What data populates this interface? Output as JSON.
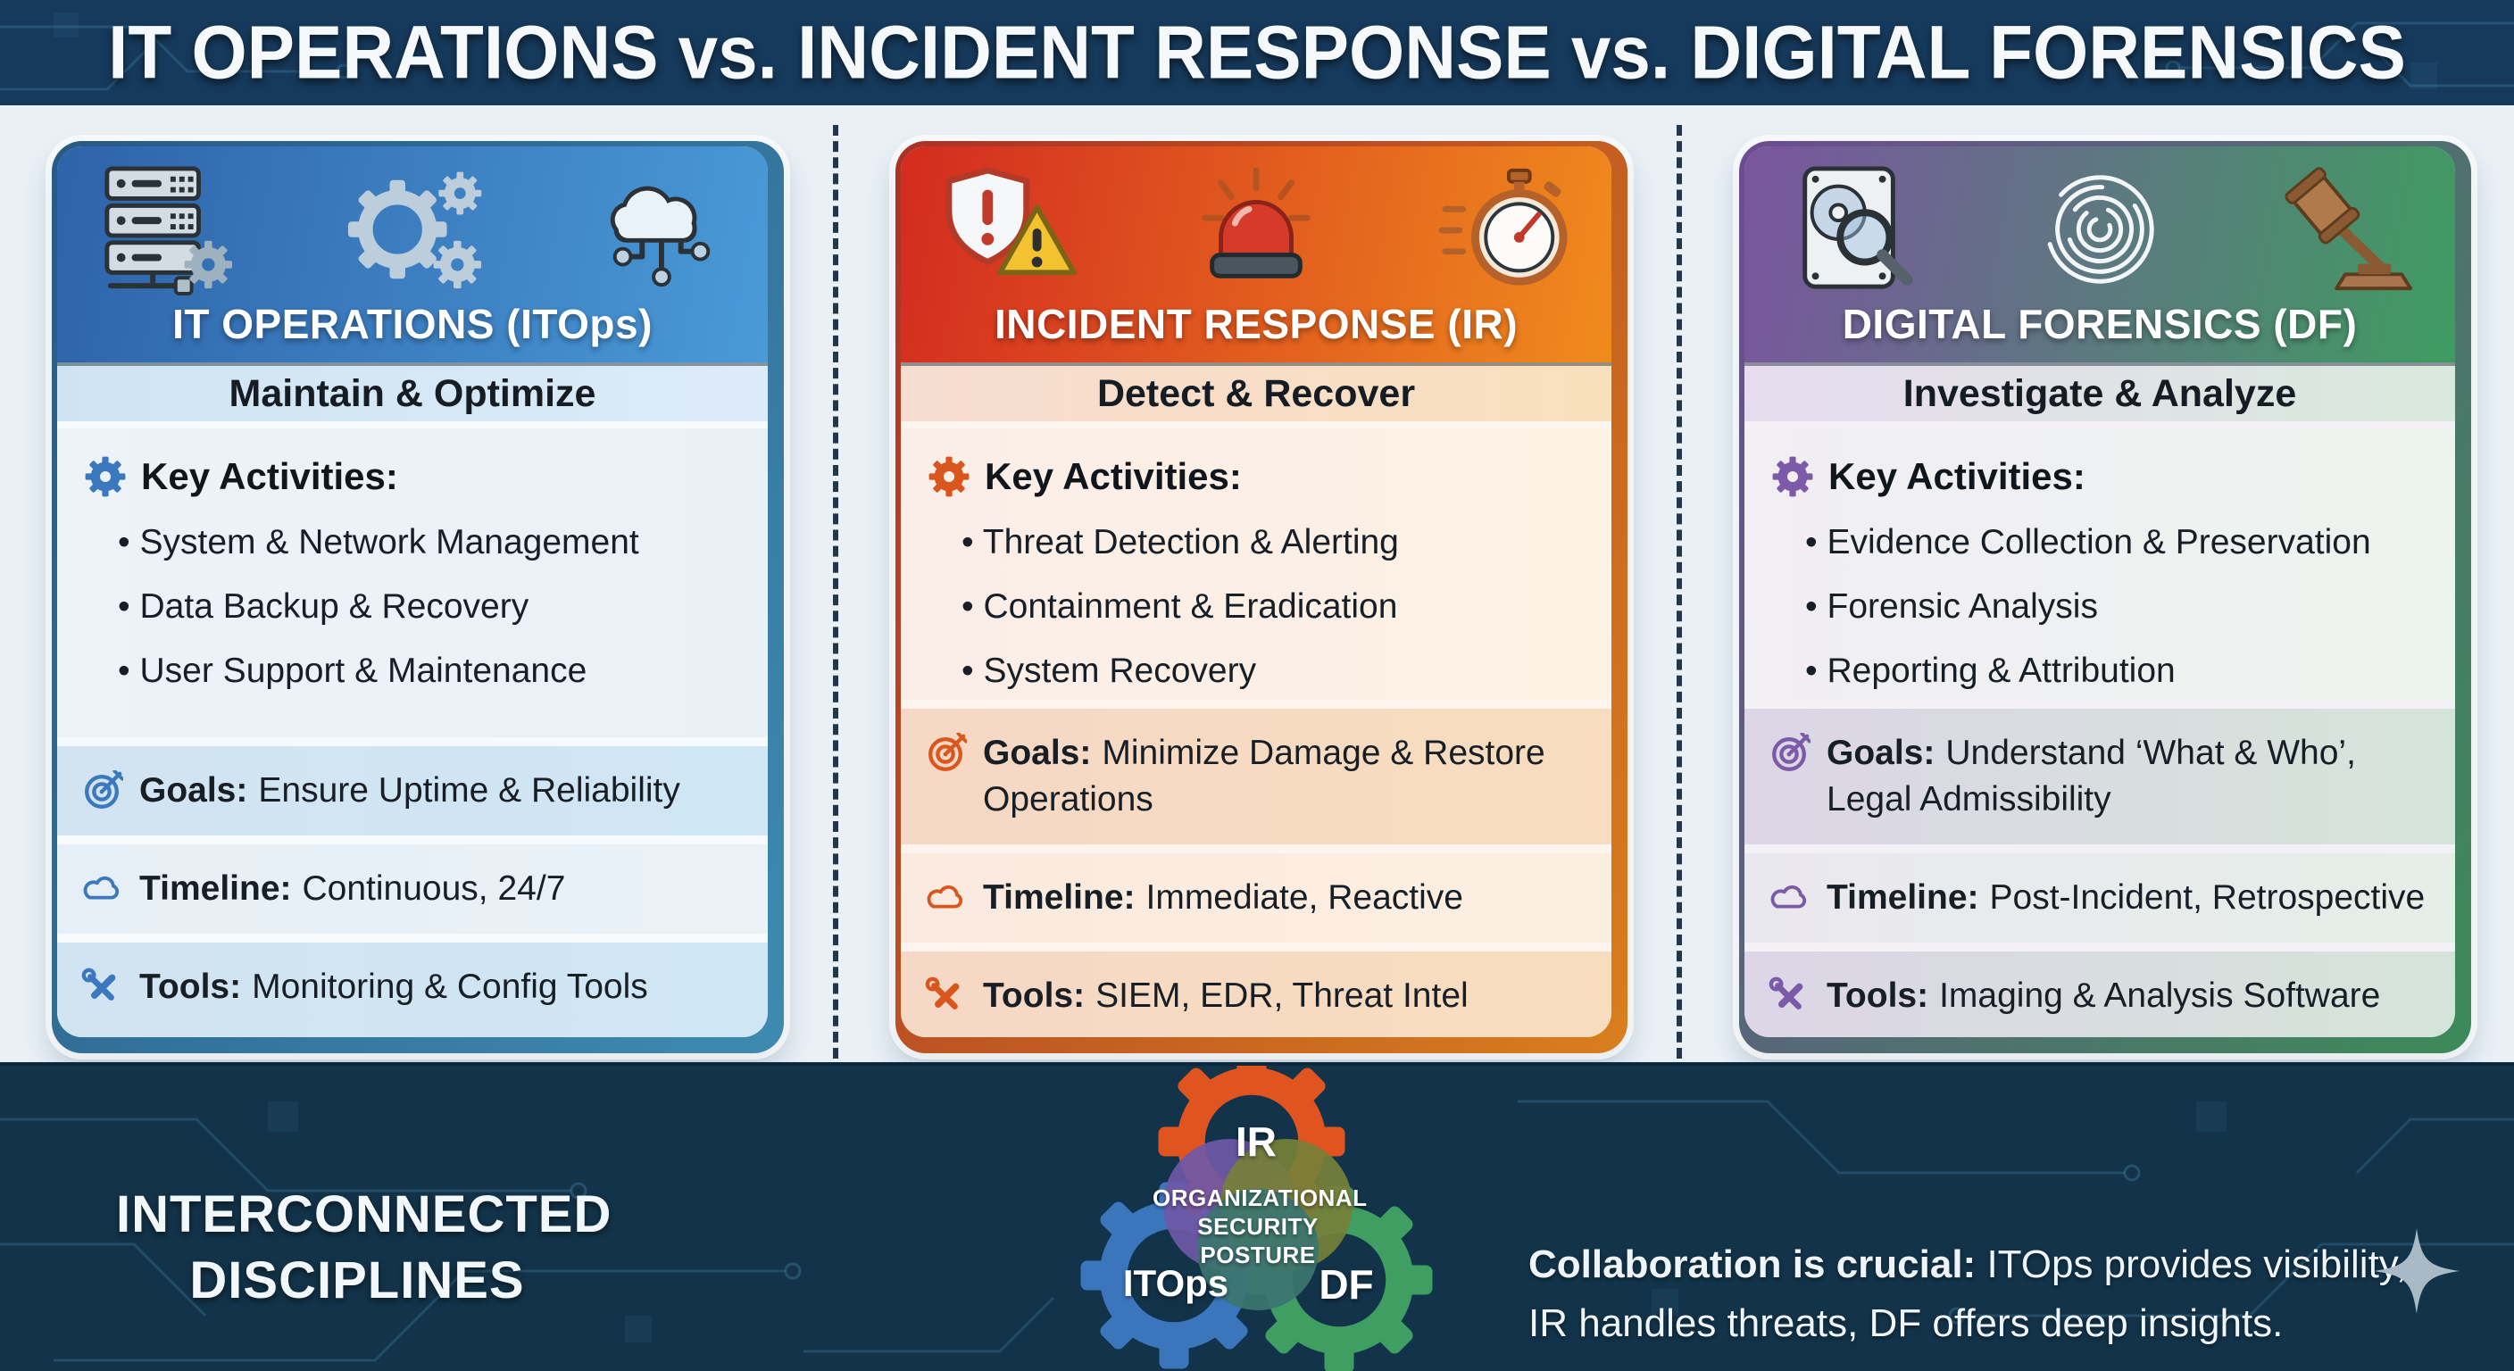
{
  "banner": {
    "title": "IT OPERATIONS vs. INCIDENT RESPONSE vs. DIGITAL FORENSICS",
    "bg": "#163a5c"
  },
  "main_bg": "#e9f0f6",
  "divider_color": "#22384a",
  "cards": [
    {
      "title": "IT OPERATIONS (ITOps)",
      "subtitle": "Maintain & Optimize",
      "activities_label": "Key Activities:",
      "activities": [
        "System & Network Management",
        "Data Backup & Recovery",
        "User Support & Maintenance"
      ],
      "goals_label": "Goals:",
      "goals": "Ensure Uptime & Reliability",
      "timeline_label": "Timeline:",
      "timeline": "Continuous, 24/7",
      "tools_label": "Tools:",
      "tools": "Monitoring & Config Tools",
      "header_icons": [
        "server-stack-icon",
        "gears-icon",
        "cloud-network-icon"
      ],
      "colors": {
        "header_from": "#2e63a9",
        "header_to": "#4a9ad8",
        "frame_from": "#275a84",
        "frame_to": "#3f8ab0",
        "subtitle_from": "#cfe4f3",
        "subtitle_to": "#dcebf7",
        "body_bg": "#f7fafc",
        "act_from": "#edf3f8",
        "act_to": "#e9f1f7",
        "strong_from": "#d2e4f2",
        "strong_to": "#cfe6f4",
        "soft_from": "#e7eff6",
        "soft_to": "#eaf2f8",
        "accent": "#3b78bd"
      }
    },
    {
      "title": "INCIDENT RESPONSE (IR)",
      "subtitle": "Detect & Recover",
      "activities_label": "Key Activities:",
      "activities": [
        "Threat Detection & Alerting",
        "Containment & Eradication",
        "System Recovery"
      ],
      "goals_label": "Goals:",
      "goals": "Minimize Damage & Restore Operations",
      "timeline_label": "Timeline:",
      "timeline": "Immediate, Reactive",
      "tools_label": "Tools:",
      "tools": "SIEM, EDR, Threat Intel",
      "header_icons": [
        "shield-alert-icon",
        "siren-icon",
        "stopwatch-icon"
      ],
      "colors": {
        "header_from": "#d32b20",
        "header_to": "#f08b1d",
        "frame_from": "#a93226",
        "frame_to": "#d87f1e",
        "subtitle_from": "#f6ddd2",
        "subtitle_to": "#f9e0bc",
        "body_bg": "#fdf4ee",
        "act_from": "#fbeee8",
        "act_to": "#fdf2e4",
        "strong_from": "#f6d8c6",
        "strong_to": "#f7ddbd",
        "soft_from": "#fbeadf",
        "soft_to": "#fcefe0",
        "accent": "#d9571f"
      }
    },
    {
      "title": "DIGITAL FORENSICS (DF)",
      "subtitle": "Investigate & Analyze",
      "activities_label": "Key Activities:",
      "activities": [
        "Evidence Collection & Preservation",
        "Forensic Analysis",
        "Reporting & Attribution"
      ],
      "goals_label": "Goals:",
      "goals": "Understand ‘What & Who’, Legal Admissibility",
      "timeline_label": "Timeline:",
      "timeline": "Post-Incident, Retrospective",
      "tools_label": "Tools:",
      "tools": "Imaging & Analysis Software",
      "header_icons": [
        "drive-magnifier-icon",
        "fingerprint-icon",
        "gavel-icon"
      ],
      "colors": {
        "header_from": "#7a559f",
        "header_to": "#3f9c61",
        "frame_from": "#6b4d90",
        "frame_to": "#3c8a58",
        "subtitle_from": "#e7dcef",
        "subtitle_to": "#d9e9dd",
        "body_bg": "#f3f1f5",
        "act_from": "#f1eef4",
        "act_to": "#edf3ee",
        "strong_from": "#dcd6e6",
        "strong_to": "#d5e4d9",
        "soft_from": "#eae8ef",
        "soft_to": "#e5eee7",
        "accent": "#7b5aa8"
      }
    }
  ],
  "row_icons": [
    "gear-icon",
    "target-icon",
    "cloud-icon",
    "tools-icon"
  ],
  "footer": {
    "bg": "#123349",
    "left_line1": "INTERCONNECTED",
    "left_line2": "DISCIPLINES",
    "gears": {
      "top_label": "IR",
      "left_label": "ITOps",
      "right_label": "DF",
      "center_text": "ORGANIZATIONAL SECURITY POSTURE",
      "ir_color": "#e0551f",
      "itops_color": "#3b76bd",
      "df_color": "#3f9e62",
      "blob_purple": "#6f58a8",
      "blob_olive": "#75803a",
      "blob_teal": "#3c7570"
    },
    "collab_bold": "Collaboration is crucial:",
    "collab_rest": "ITOps provides visibility, IR handles threats, DF offers deep insights.",
    "sparkle_color": "#a9bac7"
  }
}
